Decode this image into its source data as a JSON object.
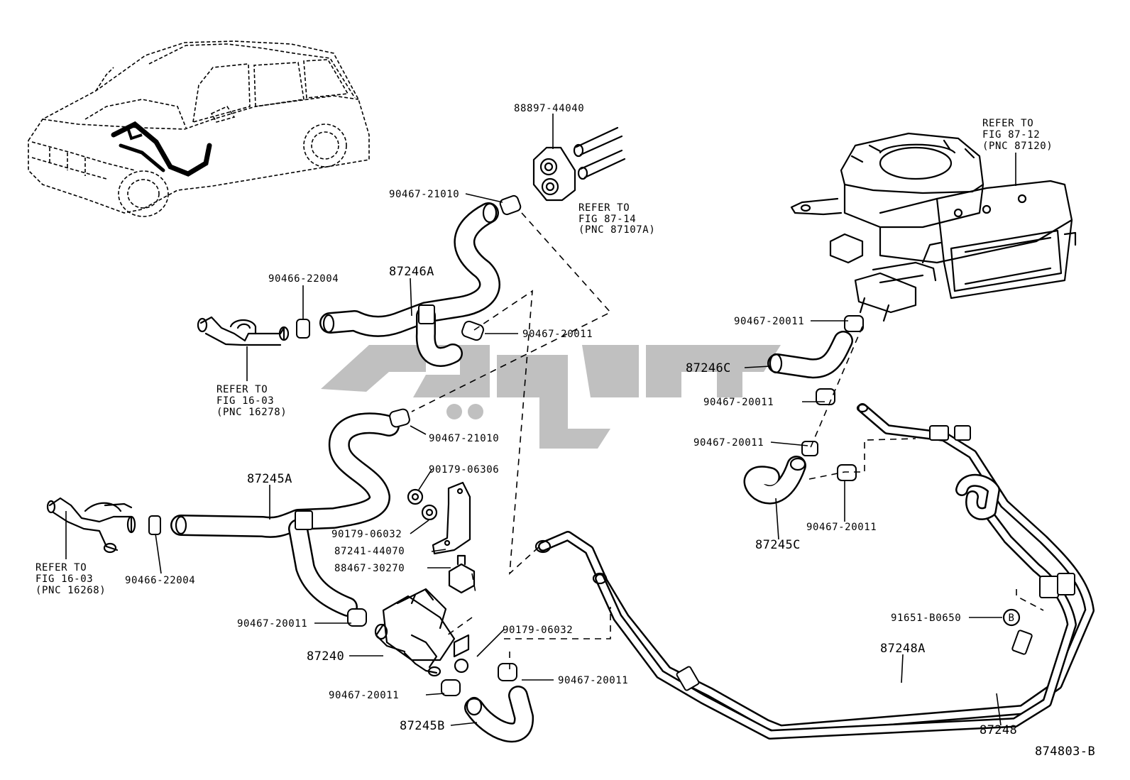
{
  "diagram": {
    "id_code": "874803-B",
    "callout_letter": "B",
    "labels": {
      "p88897": "88897-44040",
      "p90467_21010_top": "90467-21010",
      "ref_87_14_l1": "REFER TO",
      "ref_87_14_l2": "FIG 87-14",
      "ref_87_14_l3": "(PNC 87107A)",
      "p90466_22004_top": "90466-22004",
      "p87246A": "87246A",
      "p90467_20011_a": "90467-20011",
      "ref_16_03a_l1": "REFER TO",
      "ref_16_03a_l2": "FIG 16-03",
      "ref_16_03a_l3": "(PNC 16278)",
      "p90467_21010_mid": "90467-21010",
      "p90179_06306": "90179-06306",
      "p87245A": "87245A",
      "p90179_06032_a": "90179-06032",
      "p87241_44070": "87241-44070",
      "p88467_30270": "88467-30270",
      "ref_16_03b_l1": "REFER TO",
      "ref_16_03b_l2": "FIG 16-03",
      "ref_16_03b_l3": "(PNC 16268)",
      "p90466_22004_bot": "90466-22004",
      "p90467_20011_b": "90467-20011",
      "p87240": "87240",
      "p90179_06032_b": "90179-06032",
      "p90467_20011_c": "90467-20011",
      "p90467_20011_d": "90467-20011",
      "p87245B": "87245B",
      "ref_87_12_l1": "REFER TO",
      "ref_87_12_l2": "FIG 87-12",
      "ref_87_12_l3": "(PNC 87120)",
      "p90467_20011_e": "90467-20011",
      "p87246C": "87246C",
      "p90467_20011_f": "90467-20011",
      "p90467_20011_g": "90467-20011",
      "p90467_20011_h": "90467-20011",
      "p87245C": "87245C",
      "p91651_B0650": "91651-B0650",
      "p87248A": "87248A",
      "p87248": "87248"
    }
  }
}
